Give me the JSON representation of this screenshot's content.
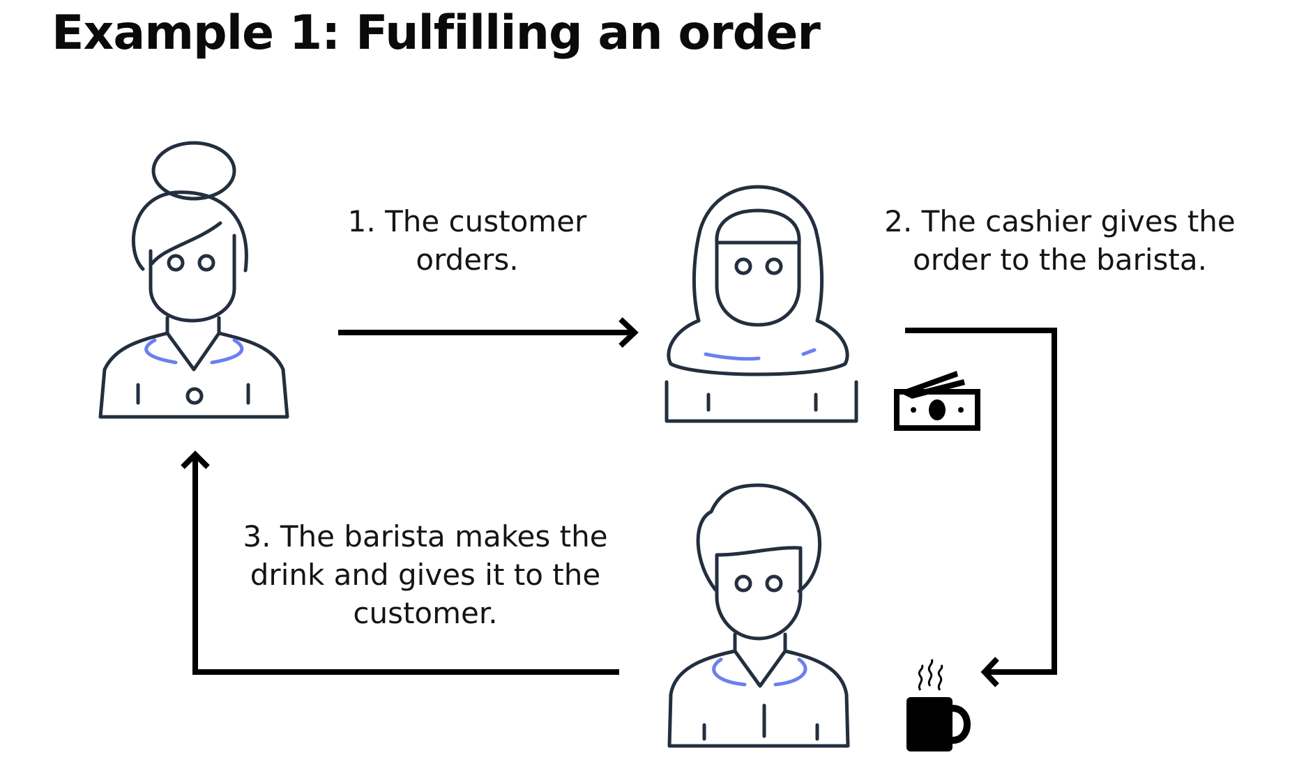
{
  "title": "Example 1: Fulfilling an order",
  "steps": [
    {
      "id": "step1",
      "lines": [
        "1. The customer",
        "orders."
      ]
    },
    {
      "id": "step2",
      "lines": [
        "2. The cashier gives the",
        "order to the barista."
      ]
    },
    {
      "id": "step3",
      "lines": [
        "3. The barista makes the",
        "drink and gives it to the",
        "customer."
      ]
    }
  ],
  "colors": {
    "stroke": "#232f3e",
    "accent": "#6b7ff0",
    "arrow": "#000000"
  },
  "icons": [
    "customer-icon",
    "cashier-icon",
    "barista-icon",
    "money-icon",
    "coffee-mug-icon"
  ]
}
